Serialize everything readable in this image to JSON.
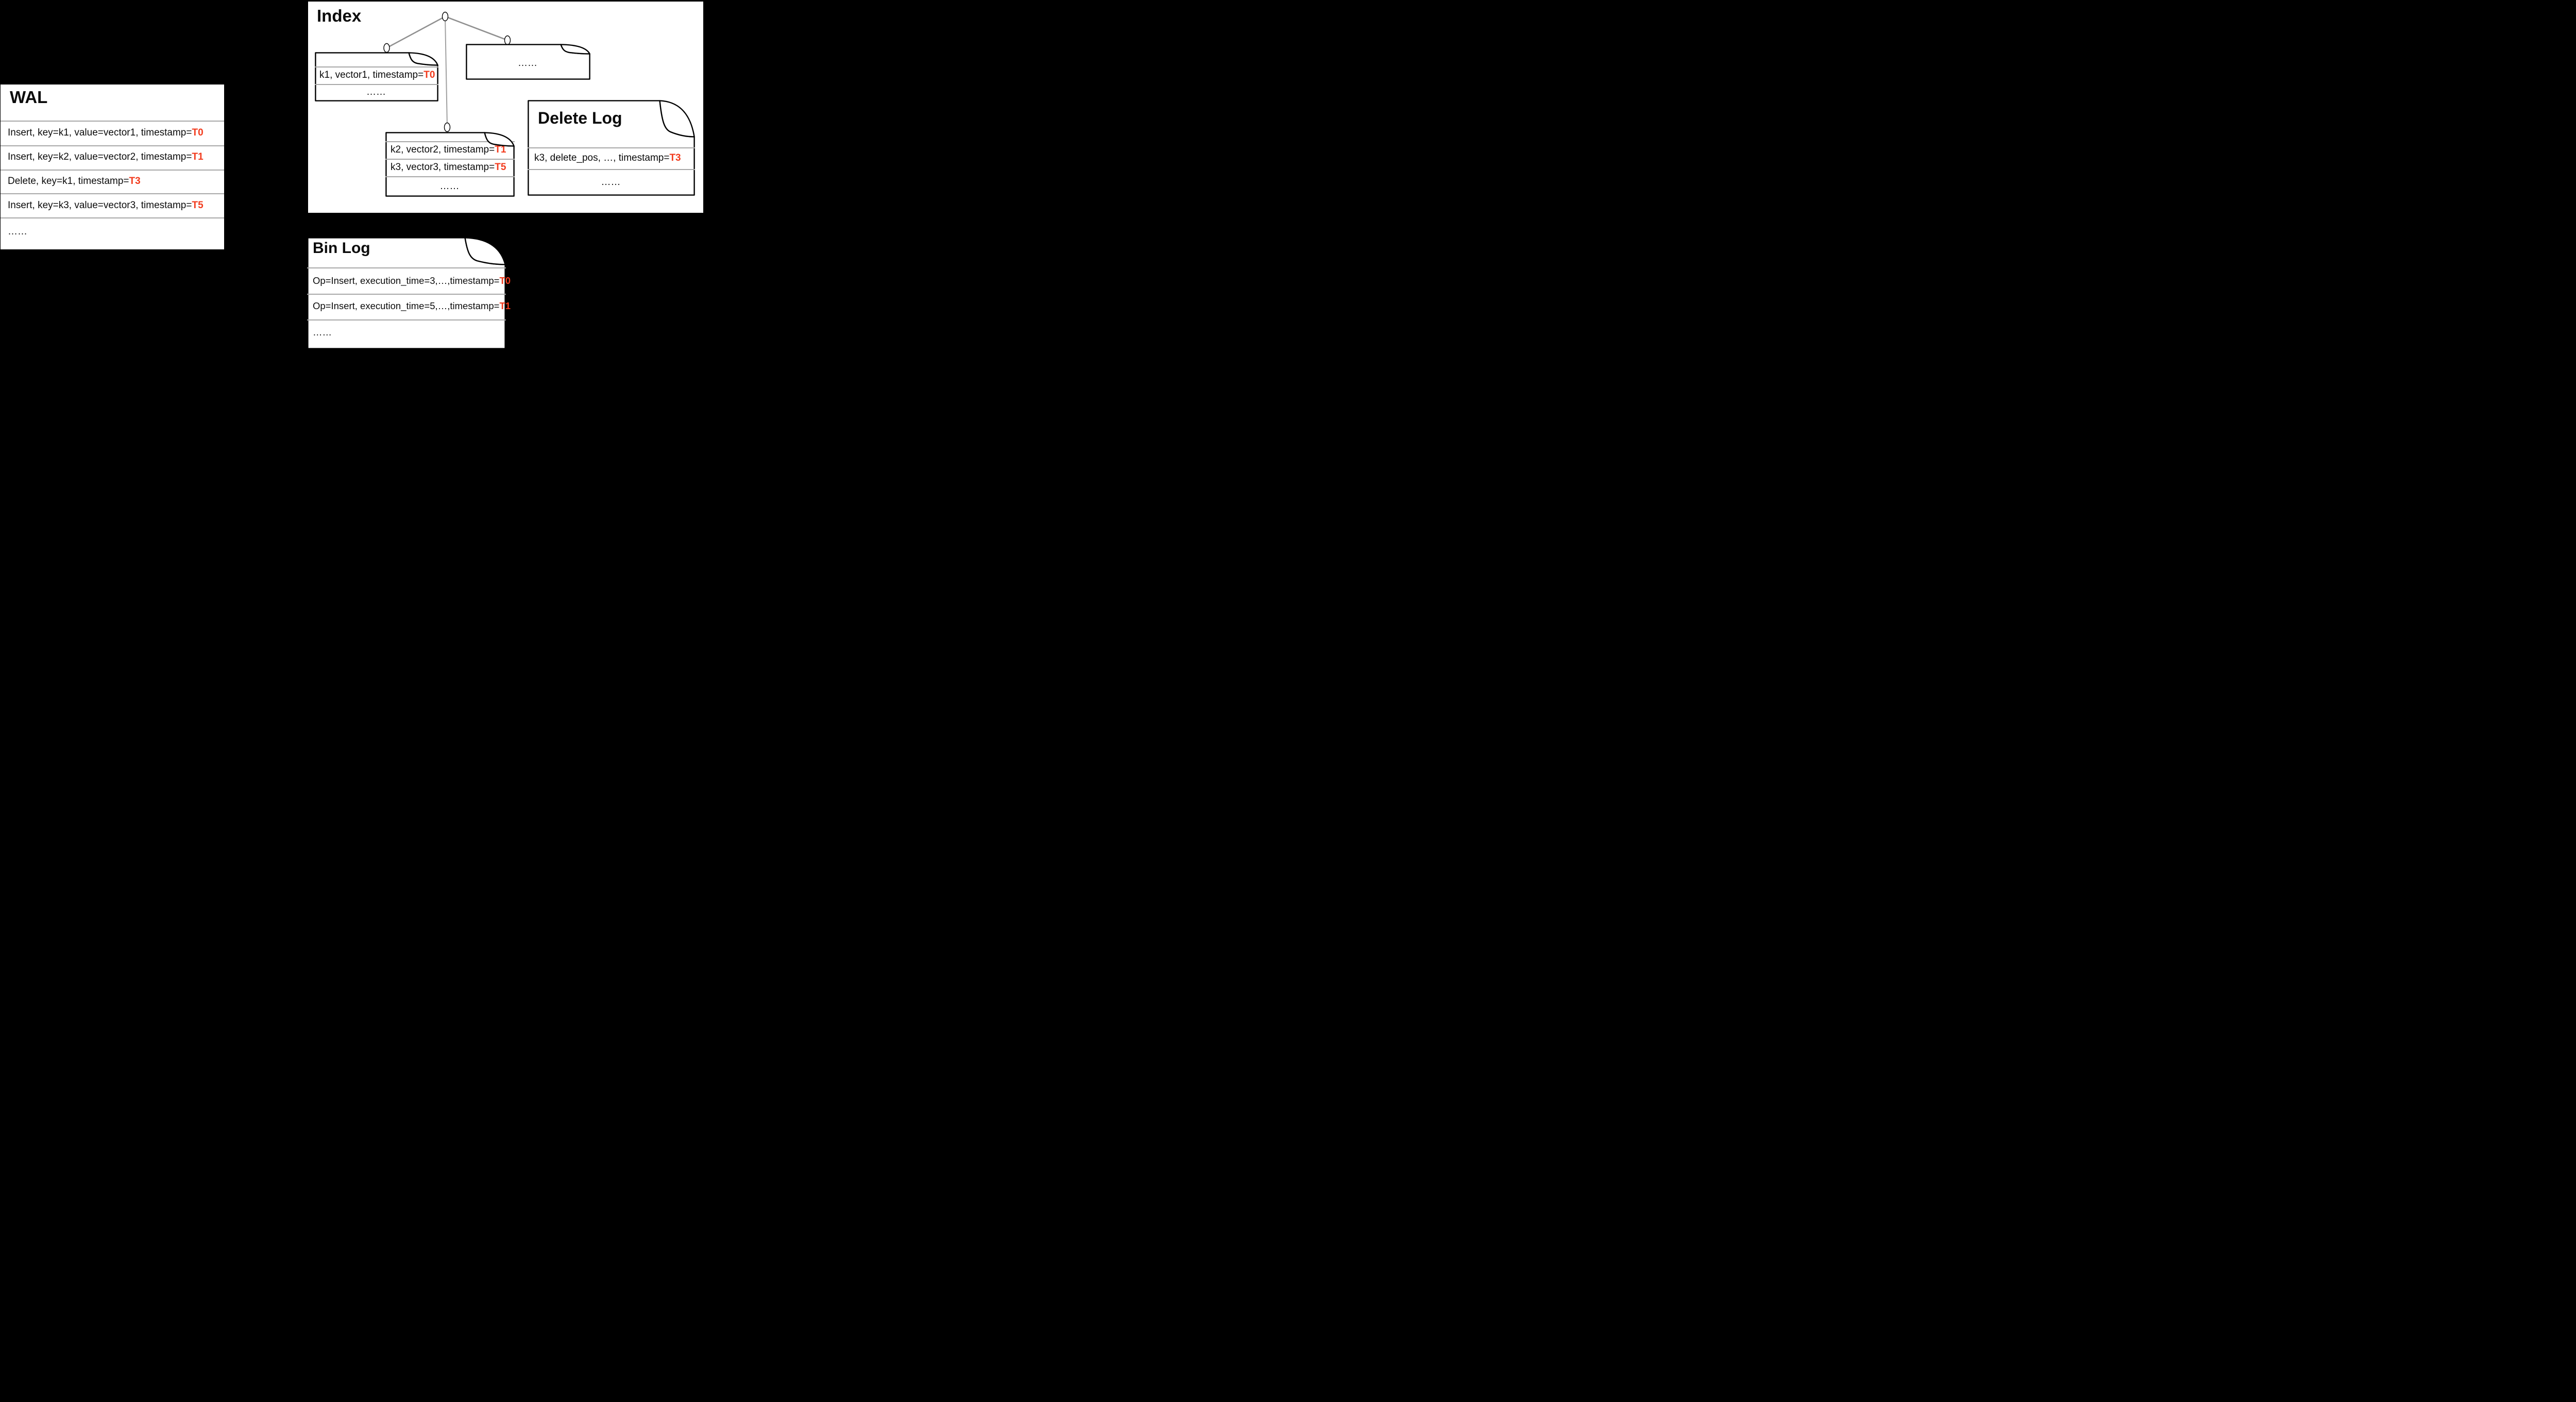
{
  "colors": {
    "background": "#000000",
    "paper": "#ffffff",
    "border": "#000000",
    "separator": "#a8a8a8",
    "tree_edge": "#909090",
    "timestamp_red": "#f23a1c",
    "text": "#0b0b0b"
  },
  "wal": {
    "title": "WAL",
    "rows": [
      {
        "text": "Insert, key=k1, value=vector1, timestamp=",
        "ts": "T0"
      },
      {
        "text": "Insert, key=k2, value=vector2, timestamp=",
        "ts": "T1"
      },
      {
        "text": "Delete, key=k1, timestamp=",
        "ts": "T3"
      },
      {
        "text": "Insert, key=k3, value=vector3, timestamp=",
        "ts": "T5"
      },
      {
        "text": "……",
        "ts": ""
      }
    ]
  },
  "index": {
    "title": "Index",
    "tree_node_icon": "ellipse-node-icon",
    "docs": {
      "k1_segment": {
        "rows": [
          {
            "text": "k1, vector1, timestamp=",
            "ts": "T0"
          },
          {
            "text": "……",
            "ts": ""
          }
        ]
      },
      "more_segment": {
        "rows": [
          {
            "text": "……",
            "ts": ""
          }
        ]
      },
      "k2_segment": {
        "rows": [
          {
            "text": "k2, vector2, timestamp=",
            "ts": "T1"
          },
          {
            "text": "k3, vector3, timestamp=",
            "ts": "T5"
          },
          {
            "text": "……",
            "ts": ""
          }
        ]
      }
    }
  },
  "delete_log": {
    "title": "Delete Log",
    "rows": [
      {
        "text": "k3, delete_pos, …, timestamp=",
        "ts": "T3"
      },
      {
        "text": "……",
        "ts": ""
      }
    ]
  },
  "bin_log": {
    "title": "Bin Log",
    "rows": [
      {
        "text": "Op=Insert, execution_time=3,…,timestamp=",
        "ts": "T0"
      },
      {
        "text": "Op=Insert, execution_time=5,…,timestamp=",
        "ts": "T1"
      },
      {
        "text": "……",
        "ts": ""
      }
    ]
  }
}
